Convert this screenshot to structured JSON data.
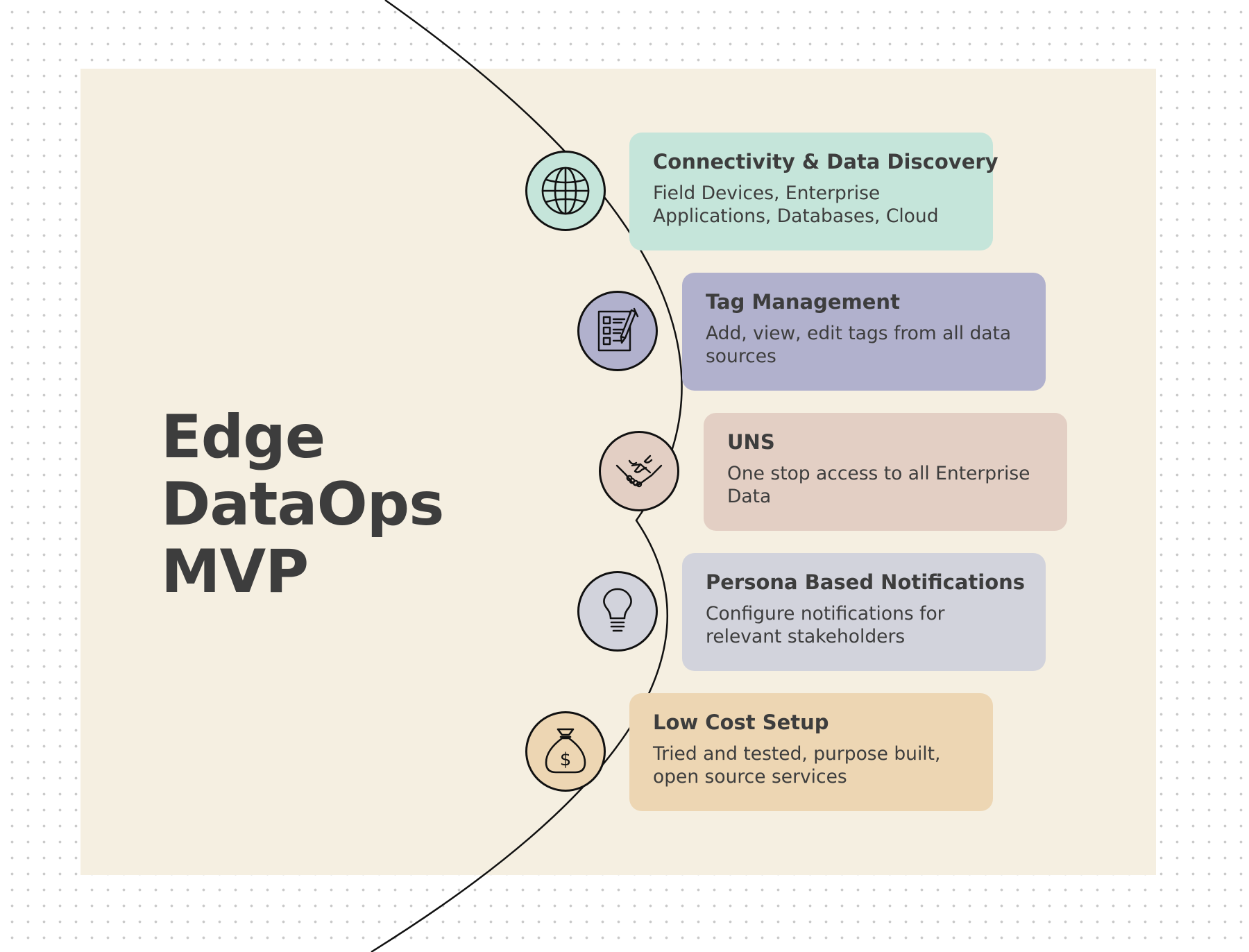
{
  "title_lines": [
    "Edge",
    "DataOps",
    "MVP"
  ],
  "items": [
    {
      "icon": "globe-icon",
      "color": "#c5e5da",
      "heading": "Connectivity & Data Discovery",
      "description": "Field Devices, Enterprise Applications, Databases, Cloud"
    },
    {
      "icon": "checklist-pen-icon",
      "color": "#b1b1cd",
      "heading": "Tag Management",
      "description": "Add, view, edit tags from all data sources"
    },
    {
      "icon": "handshake-icon",
      "color": "#e3cfc4",
      "heading": "UNS",
      "description": "One stop access to all Enterprise Data"
    },
    {
      "icon": "lightbulb-icon",
      "color": "#d2d3dc",
      "heading": "Persona Based Notifications",
      "description": "Configure notifications for relevant stakeholders"
    },
    {
      "icon": "money-bag-icon",
      "color": "#edd6b3",
      "heading": "Low Cost Setup",
      "description": "Tried and tested, purpose built, open source services"
    }
  ],
  "colors": {
    "panel": "#f5efe1",
    "text": "#3d3d3d",
    "line": "#111111"
  }
}
